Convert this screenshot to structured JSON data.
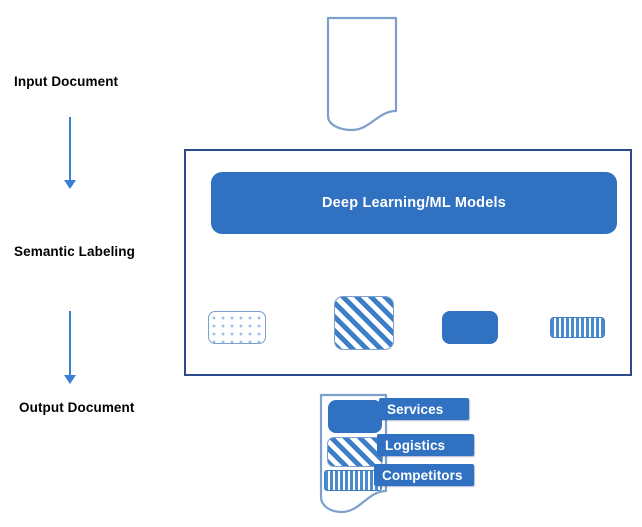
{
  "stages": [
    {
      "id": "input",
      "label": "Input Document"
    },
    {
      "id": "semantic",
      "label": "Semantic Labeling"
    },
    {
      "id": "output",
      "label": "Output Document"
    }
  ],
  "processing": {
    "model_label": "Deep Learning/ML Models",
    "swatches": [
      {
        "id": "dots",
        "pattern": "dotted",
        "name": "pattern-swatch-dotted"
      },
      {
        "id": "diagonal",
        "pattern": "diagonal-stripes",
        "name": "pattern-swatch-diagonal"
      },
      {
        "id": "solid",
        "pattern": "solid-fill",
        "name": "pattern-swatch-solid"
      },
      {
        "id": "vertical",
        "pattern": "vertical-stripes",
        "name": "pattern-swatch-vertical"
      }
    ]
  },
  "output_document": {
    "entries": [
      {
        "pattern": "solid-fill",
        "label": "Services"
      },
      {
        "pattern": "diagonal-stripes",
        "label": "Logistics"
      },
      {
        "pattern": "vertical-stripes",
        "label": "Competitors"
      }
    ]
  },
  "icons": {
    "input_document": "document-page-icon",
    "output_document": "document-page-icon",
    "arrow_down": "arrow-down-icon"
  },
  "colors": {
    "primary_blue": "#3071c2",
    "panel_border": "#2b4c8c",
    "arrow_blue": "#3a7fd5",
    "doc_outline": "#7d9fcb",
    "pattern_blue": "#4a8bd0",
    "text_black": "#000000",
    "banner_text": "#ffffff",
    "background": "#ffffff"
  }
}
